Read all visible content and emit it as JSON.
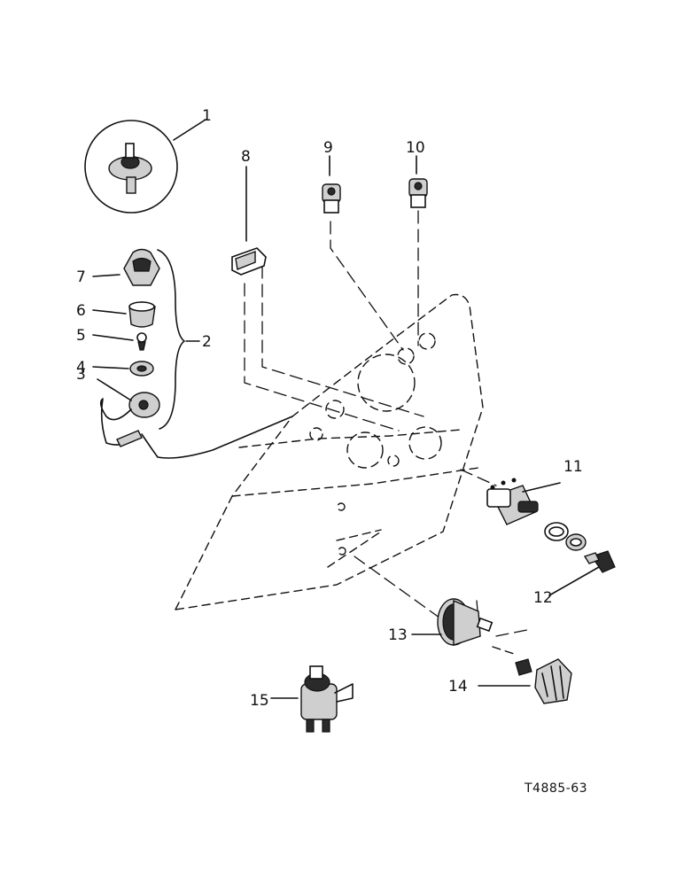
{
  "callouts": {
    "c1": "1",
    "c2": "2",
    "c3": "3",
    "c4": "4",
    "c5": "5",
    "c6": "6",
    "c7": "7",
    "c8": "8",
    "c9": "9",
    "c10": "10",
    "c11": "11",
    "c12": "12",
    "c13": "13",
    "c14": "14",
    "c15": "15"
  },
  "drawing_code": "T4885-63"
}
